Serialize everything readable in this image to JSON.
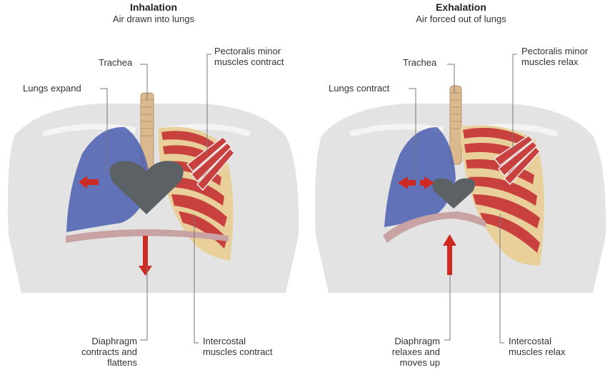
{
  "colors": {
    "torso": "#e3e3e3",
    "lung": "#4a5eb0",
    "rib_muscle": "#c8413f",
    "rib_bone": "#e9cf9a",
    "heart": "#5c6166",
    "arrow": "#cc2a22",
    "diaphragm": "#c9a3a3",
    "leader": "#777777"
  },
  "inhalation": {
    "title": "Inhalation",
    "subtitle": "Air drawn into lungs",
    "labels": {
      "trachea": "Trachea",
      "lungs": "Lungs expand",
      "pectoralis": [
        "Pectoralis minor",
        "muscles contract"
      ],
      "diaphragm": [
        "Diaphragm",
        "contracts and",
        "flattens"
      ],
      "intercostal": [
        "Intercostal",
        "muscles contract"
      ]
    }
  },
  "exhalation": {
    "title": "Exhalation",
    "subtitle": "Air forced out of lungs",
    "labels": {
      "trachea": "Trachea",
      "lungs": "Lungs contract",
      "pectoralis": [
        "Pectoralis minor",
        "muscles relax"
      ],
      "diaphragm": [
        "Diaphragm",
        "relaxes and",
        "moves up"
      ],
      "intercostal": [
        "Intercostal",
        "muscles relax"
      ]
    }
  }
}
